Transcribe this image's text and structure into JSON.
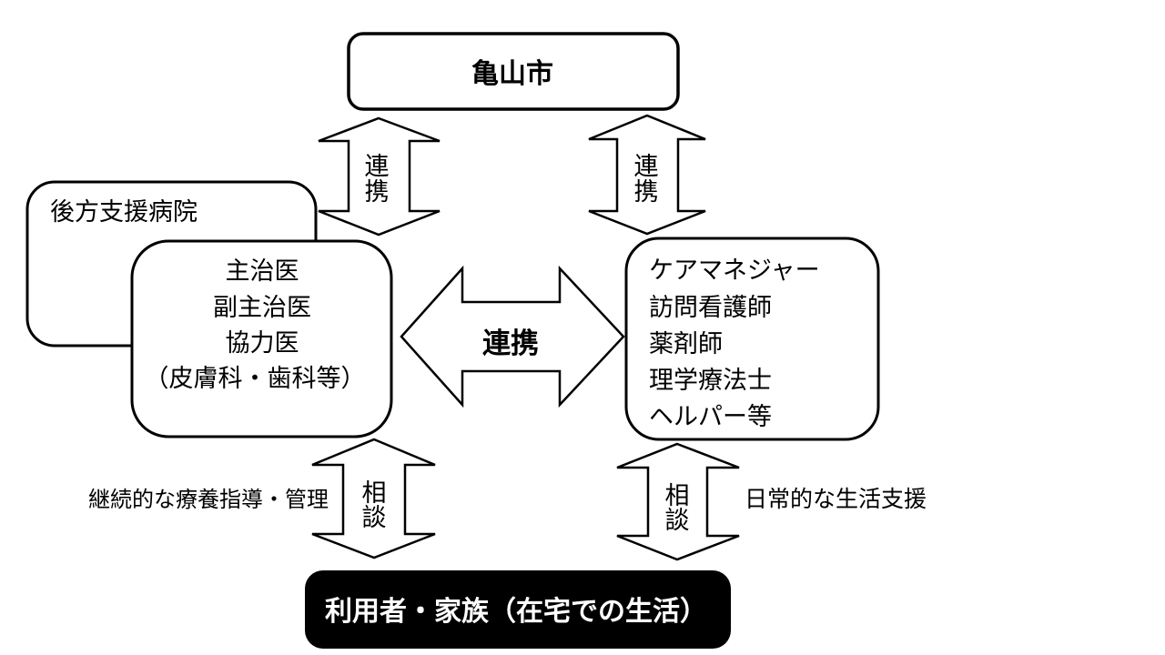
{
  "diagram": {
    "kameyama_box": {
      "label": "亀山市"
    },
    "hospital_box": {
      "label": "後方支援病院"
    },
    "doctor_box": {
      "lines": [
        "主治医",
        "副主治医",
        "協力医",
        "（皮膚科・歯科等）"
      ]
    },
    "care_box": {
      "lines": [
        "ケアマネジャー",
        "訪問看護師",
        "薬剤師",
        "理学療法士",
        "ヘルパー等"
      ]
    },
    "user_box": {
      "label": "利用者・家族（在宅での生活）"
    },
    "center_arrow": {
      "label": "連携"
    },
    "top_left_arrow": {
      "label": "連携",
      "chars": [
        "連",
        "携"
      ]
    },
    "top_right_arrow": {
      "label": "連携",
      "chars": [
        "連",
        "携"
      ]
    },
    "bottom_left_arrow": {
      "label": "相談",
      "chars": [
        "相",
        "談"
      ]
    },
    "bottom_right_arrow": {
      "label": "相談",
      "chars": [
        "相",
        "談"
      ]
    },
    "left_note": {
      "label": "継続的な療養指導・管理"
    },
    "right_note": {
      "label": "日常的な生活支援"
    },
    "colors": {
      "stroke": "#000000",
      "box_fill": "#ffffff",
      "user_box_fill": "#000000",
      "user_box_text": "#ffffff",
      "background": "#ffffff"
    }
  }
}
